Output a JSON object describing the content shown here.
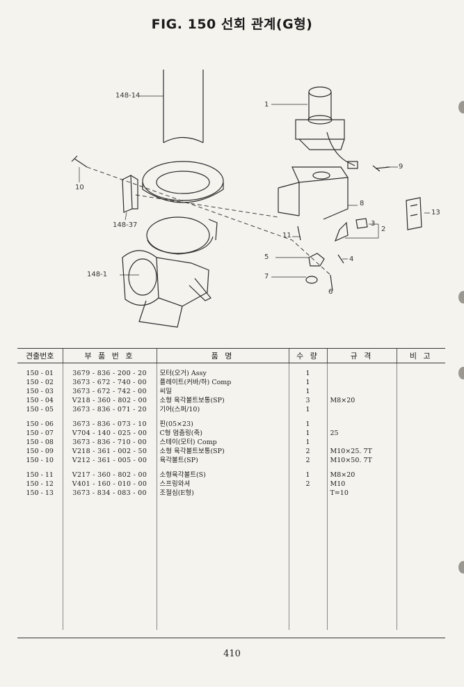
{
  "page": {
    "title": "FIG. 150 선회 관계(G형)",
    "page_number": "410"
  },
  "diagram": {
    "callouts": {
      "c148_14": "148-14",
      "c1": "1",
      "c9": "9",
      "c10": "10",
      "c148_37": "148-37",
      "c8": "8",
      "c13": "13",
      "c3": "3",
      "c2": "2",
      "c11": "11",
      "c5": "5",
      "c4": "4",
      "c7": "7",
      "c6": "6",
      "c148_1": "148-1"
    }
  },
  "table": {
    "headers": {
      "col1": "견출번호",
      "col2": "부 품 번 호",
      "col3": "품 명",
      "col4": "수 량",
      "col5": "규 격",
      "col6": "비 고"
    },
    "rows": [
      {
        "index": "150 - 01",
        "part_no": "3679 - 836 - 200 - 20",
        "name": "모터(오거) Assy",
        "qty": "1",
        "spec": "",
        "remark": ""
      },
      {
        "index": "150 - 02",
        "part_no": "3673 - 672 - 740 - 00",
        "name": "플레이트(커바/하) Comp",
        "qty": "1",
        "spec": "",
        "remark": ""
      },
      {
        "index": "150 - 03",
        "part_no": "3673 - 672 - 742 - 00",
        "name": "씨일",
        "qty": "1",
        "spec": "",
        "remark": ""
      },
      {
        "index": "150 - 04",
        "part_no": "V218 - 360 - 802 - 00",
        "name": "소형 육각볼트보통(SP)",
        "qty": "3",
        "spec": "M8×20",
        "remark": ""
      },
      {
        "index": "150 - 05",
        "part_no": "3673 - 836 - 071 - 20",
        "name": "기어(스퍼/10)",
        "qty": "1",
        "spec": "",
        "remark": ""
      },
      {
        "index": "150 - 06",
        "part_no": "3673 - 836 - 073 - 10",
        "name": "핀(05×23)",
        "qty": "1",
        "spec": "",
        "remark": ""
      },
      {
        "index": "150 - 07",
        "part_no": "V704 - 140 - 025 - 00",
        "name": "C형 멈춤링(축)",
        "qty": "1",
        "spec": "25",
        "remark": ""
      },
      {
        "index": "150 - 08",
        "part_no": "3673 - 836 - 710 - 00",
        "name": "스테이(모터) Comp",
        "qty": "1",
        "spec": "",
        "remark": ""
      },
      {
        "index": "150 - 09",
        "part_no": "V218 - 361 - 002 - 50",
        "name": "소형 육각볼트보통(SP)",
        "qty": "2",
        "spec": "M10×25. 7T",
        "remark": ""
      },
      {
        "index": "150 - 10",
        "part_no": "V212 - 361 - 005 - 00",
        "name": "육각볼트(SP)",
        "qty": "2",
        "spec": "M10×50. 7T",
        "remark": ""
      },
      {
        "index": "150 - 11",
        "part_no": "V217 - 360 - 802 - 00",
        "name": "소형육각볼트(S)",
        "qty": "1",
        "spec": "M8×20",
        "remark": ""
      },
      {
        "index": "150 - 12",
        "part_no": "V401 - 160 - 010 - 00",
        "name": "스프링와셔",
        "qty": "2",
        "spec": "M10",
        "remark": ""
      },
      {
        "index": "150 - 13",
        "part_no": "3673 - 834 - 083 - 00",
        "name": "조절심(E형)",
        "qty": "",
        "spec": "T=10",
        "remark": ""
      }
    ]
  }
}
